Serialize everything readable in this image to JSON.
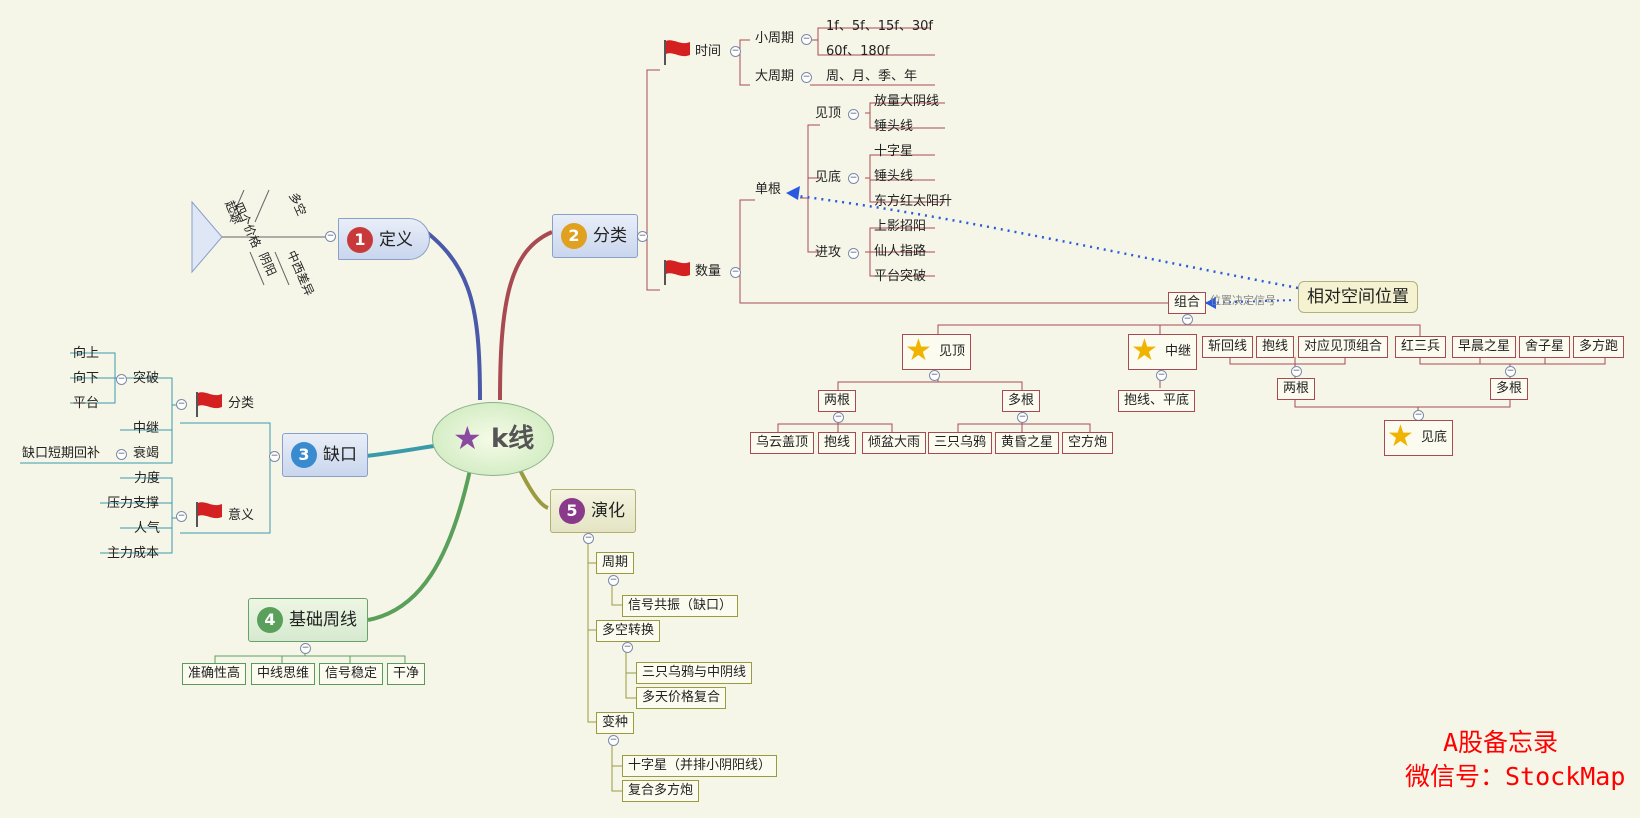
{
  "center": {
    "label": "k线"
  },
  "branch1": {
    "num": "1",
    "label": "定义",
    "fish": [
      "四个价格",
      "多空",
      "起源",
      "阴阳",
      "中西差异"
    ]
  },
  "branch2": {
    "num": "2",
    "label": "分类",
    "time": {
      "label": "时间",
      "small": {
        "label": "小周期",
        "items": [
          "1f、5f、15f、30f",
          "60f、180f"
        ]
      },
      "big": {
        "label": "大周期",
        "items": [
          "周、月、季、年"
        ]
      }
    },
    "quantity": {
      "label": "数量",
      "single": {
        "label": "单根",
        "top": {
          "label": "见顶",
          "items": [
            "放量大阴线",
            "锤头线"
          ]
        },
        "bottom": {
          "label": "见底",
          "items": [
            "十字星",
            "锤头线",
            "东方红太阳升"
          ]
        },
        "attack": {
          "label": "进攻",
          "items": [
            "上影招阳",
            "仙人指路",
            "平台突破"
          ]
        }
      },
      "combo": {
        "label": "组合",
        "top": {
          "label": "见顶",
          "two": {
            "label": "两根",
            "items": [
              "乌云盖顶",
              "抱线",
              "倾盆大雨"
            ]
          },
          "multi": {
            "label": "多根",
            "items": [
              "三只乌鸦",
              "黄昏之星",
              "空方炮"
            ]
          }
        },
        "relay": {
          "label": "中继",
          "items": [
            "抱线、平底"
          ]
        },
        "two_items": [
          "斩回线",
          "抱线",
          "对应见顶组合"
        ],
        "two_label": "两根",
        "multi_items": [
          "红三兵",
          "早晨之星",
          "舍子星",
          "多方跑"
        ],
        "multi_label": "多根",
        "bottom_label": "见底"
      }
    },
    "relative": {
      "label": "相对空间位置",
      "link_label": "位置决定信号"
    }
  },
  "branch3": {
    "num": "3",
    "label": "缺口",
    "classify": {
      "label": "分类",
      "breakout": {
        "label": "突破",
        "items": [
          "向上",
          "向下",
          "平台"
        ]
      },
      "relay": "中继",
      "exhaust": {
        "label": "衰竭",
        "items": [
          "缺口短期回补"
        ]
      }
    },
    "meaning": {
      "label": "意义",
      "items": [
        "力度",
        "压力支撑",
        "人气",
        "主力成本"
      ]
    }
  },
  "branch4": {
    "num": "4",
    "label": "基础周线",
    "items": [
      "准确性高",
      "中线思维",
      "信号稳定",
      "干净"
    ]
  },
  "branch5": {
    "num": "5",
    "label": "演化",
    "period": {
      "label": "周期",
      "items": [
        "信号共振（缺口）"
      ]
    },
    "switch": {
      "label": "多空转换",
      "items": [
        "三只乌鸦与中阴线",
        "多天价格复合"
      ]
    },
    "variant": {
      "label": "变种",
      "items": [
        "十字星（并排小阴阳线）",
        "复合多方炮"
      ]
    }
  },
  "watermark": {
    "line1": "A股备忘录",
    "line2": "微信号：StockMap"
  },
  "colors": {
    "red": "#a84a52",
    "blue": "#4a5aa8",
    "green": "#5aa05a",
    "teal": "#3a9aaa",
    "olive": "#9a9a40",
    "watermark": "#ff0000",
    "dash": "#2a5ae0"
  }
}
